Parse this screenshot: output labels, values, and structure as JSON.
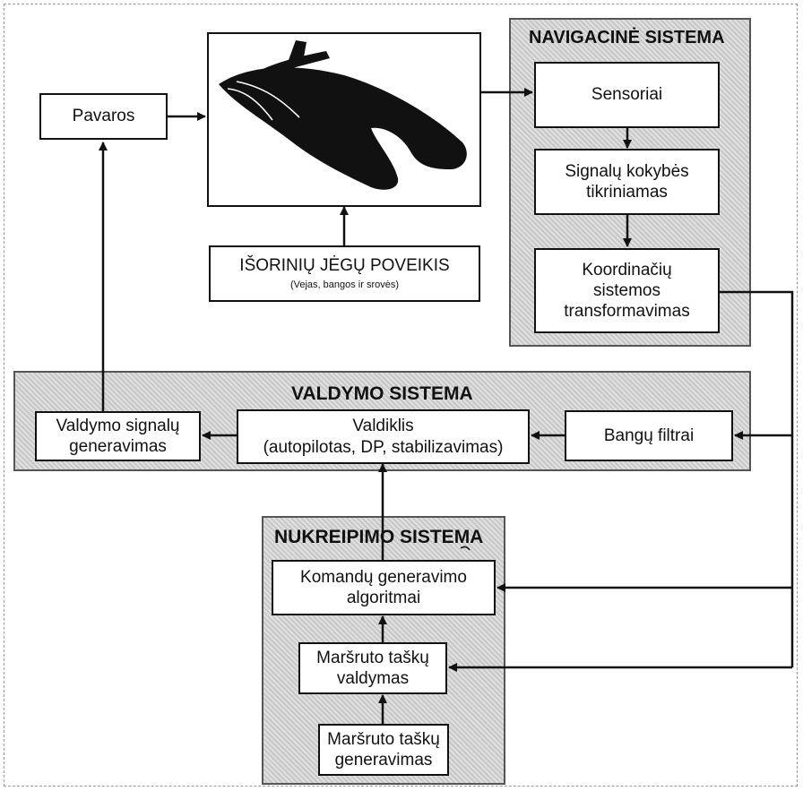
{
  "pavaros": "Pavaros",
  "external_forces": {
    "title": "IŠORINIŲ JĖGŲ POVEIKIS",
    "subtitle": "(Vejas, bangos ir srovės)"
  },
  "navigation": {
    "title": "NAVIGACINĖ SISTEMA",
    "sensors": "Sensoriai",
    "signal_quality": [
      "Signalų kokybės",
      "tikriniamas"
    ],
    "coordinates": [
      "Koordinačių",
      "sistemos",
      "transformavimas"
    ]
  },
  "control": {
    "title": "VALDYMO SISTEMA",
    "signal_gen": [
      "Valdymo signalų",
      "generavimas"
    ],
    "controller": [
      "Valdiklis",
      "(autopilotas, DP, stabilizavimas)"
    ],
    "wave_filters": "Bangų filtrai"
  },
  "guidance": {
    "title": "NUKREIPIMO SISTEMA",
    "command_gen": [
      "Komandų generavimo",
      "algoritmai"
    ],
    "waypoint_control": [
      "Maršruto taškų",
      "valdymas"
    ],
    "waypoint_gen": [
      "Maršruto taškų",
      "generavimas"
    ]
  },
  "colors": {
    "group_fill": "#cfcfcf",
    "line": "#111111",
    "vessel": "#111111"
  }
}
